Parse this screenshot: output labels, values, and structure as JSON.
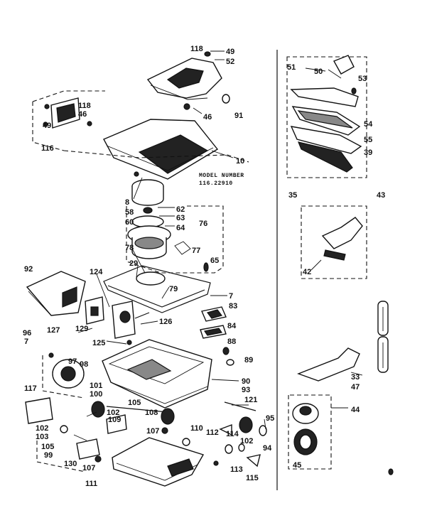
{
  "model_caption": {
    "line1": "MODEL NUMBER",
    "line2": "116.22910"
  },
  "part_labels": [
    "118",
    "49",
    "52",
    "46",
    "91",
    "118",
    "46",
    "49",
    "116",
    "10",
    "8",
    "58",
    "60",
    "62",
    "63",
    "64",
    "76",
    "77",
    "65",
    "78",
    "29",
    "79",
    "7",
    "92",
    "124",
    "83",
    "127",
    "129",
    "126",
    "84",
    "125",
    "96",
    "7",
    "97",
    "98",
    "88",
    "89",
    "90",
    "93",
    "117",
    "101",
    "100",
    "105",
    "121",
    "95",
    "102",
    "103",
    "102",
    "108",
    "109",
    "107",
    "110",
    "112",
    "114",
    "102",
    "94",
    "105",
    "99",
    "130",
    "107",
    "113",
    "111",
    "115",
    "51",
    "50",
    "53",
    "54",
    "55",
    "39",
    "35",
    "43",
    "42",
    "33",
    "47",
    "44",
    "45"
  ]
}
